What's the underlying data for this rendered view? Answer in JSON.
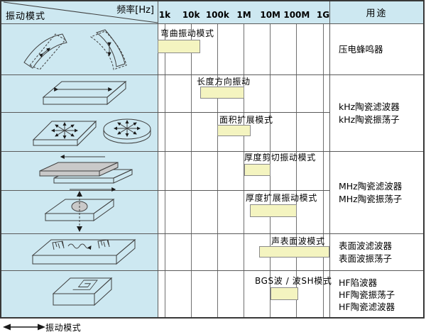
{
  "header": {
    "mode": "振动模式",
    "freq": "频率[Hz]",
    "use": "用途"
  },
  "axis": {
    "unit": "Hz",
    "scale": "log",
    "ticks": [
      "1k",
      "10k",
      "100k",
      "1M",
      "10M",
      "100M",
      "1G"
    ]
  },
  "rows": [
    {
      "mode": "弯曲振动模式",
      "freq_log10_range": [
        2.73,
        4.35
      ],
      "approx_range": "550 Hz – 22 kHz",
      "illustration": "bending-bars"
    },
    {
      "mode": "长度方向振动",
      "freq_log10_range": [
        4.35,
        6.0
      ],
      "approx_range": "22 kHz – 1 MHz",
      "illustration": "length-direction-plate"
    },
    {
      "mode": "面积扩展模式",
      "freq_log10_range": [
        5.0,
        6.26
      ],
      "approx_range": "100 kHz – 1.8 MHz",
      "illustration": "area-expansion-plate-disc"
    },
    {
      "mode": "厚度剪切振动模式",
      "freq_log10_range": [
        6.0,
        7.0
      ],
      "approx_range": "1 MHz – 10 MHz",
      "illustration": "thickness-shear-plates"
    },
    {
      "mode": "厚度扩展振动模式",
      "freq_log10_range": [
        6.23,
        8.0
      ],
      "approx_range": "1.7 MHz – 100 MHz",
      "illustration": "thickness-expansion-plate"
    },
    {
      "mode": "声表面波模式",
      "freq_log10_range": [
        6.58,
        9.23
      ],
      "approx_range": "3.8 MHz – 1.7 GHz",
      "illustration": "surface-acoustic-wave-device"
    },
    {
      "mode": "BGS波 / 波SH模式",
      "freq_log10_range": [
        7.0,
        8.05
      ],
      "approx_range": "10 MHz – 110 MHz",
      "illustration": "bgs-sh-wave-device"
    }
  ],
  "uses": [
    {
      "lines": [
        "压电蜂鸣器"
      ]
    },
    {
      "lines": [
        "kHz陶瓷滤波器",
        "kHz陶瓷振荡子"
      ]
    },
    {
      "lines": [
        "MHz陶瓷滤波器",
        "MHz陶瓷振荡子"
      ]
    },
    {
      "lines": [
        "表面波滤波器",
        "表面波振荡子"
      ]
    },
    {
      "lines": [
        "HF陷波器",
        "HF陶瓷振荡子",
        "HF陶瓷滤波器"
      ]
    }
  ],
  "legend": {
    "label": "振动模式"
  },
  "chart_data": {
    "type": "bar",
    "orientation": "horizontal-range",
    "x_scale": "log10(Hz)",
    "x_ticks": [
      "1k",
      "10k",
      "100k",
      "1M",
      "10M",
      "100M",
      "1G"
    ],
    "categories": [
      "弯曲振动模式",
      "长度方向振动",
      "面积扩展模式",
      "厚度剪切振动模式",
      "厚度扩展振动模式",
      "声表面波模式",
      "BGS波 / 波SH模式"
    ],
    "ranges_log10hz": [
      [
        2.73,
        4.35
      ],
      [
        4.35,
        6.0
      ],
      [
        5.0,
        6.26
      ],
      [
        6.0,
        7.0
      ],
      [
        6.23,
        8.0
      ],
      [
        6.58,
        9.23
      ],
      [
        7.0,
        8.05
      ]
    ],
    "title": "振动模式 / 频率[Hz] / 用途"
  },
  "colors": {
    "panel_blue": "#cde8f1",
    "bar_fill": "#f4f4c0",
    "bar_border": "#8a8a8a",
    "line": "#5a5a5a"
  }
}
